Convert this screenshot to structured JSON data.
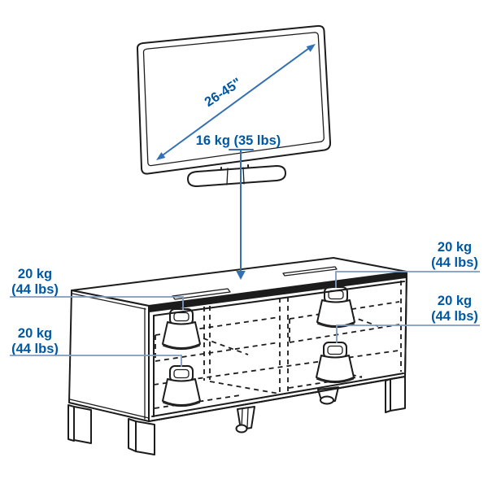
{
  "colors": {
    "label_blue": "#0058A3",
    "arrow_blue": "#3470B3",
    "leader_blue": "#7E99C2",
    "line_black": "#1c1c1c"
  },
  "tv": {
    "size_range_label": "26-45\"",
    "max_load_label": "16 kg (35 lbs)"
  },
  "bench": {
    "labels": [
      {
        "id": "left-top",
        "line1": "20 kg",
        "line2": "(44 lbs)"
      },
      {
        "id": "left-bottom",
        "line1": "20 kg",
        "line2": "(44 lbs)"
      },
      {
        "id": "right-top",
        "line1": "20 kg",
        "line2": "(44 lbs)"
      },
      {
        "id": "right-bottom",
        "line1": "20 kg",
        "line2": "(44 lbs)"
      }
    ]
  }
}
